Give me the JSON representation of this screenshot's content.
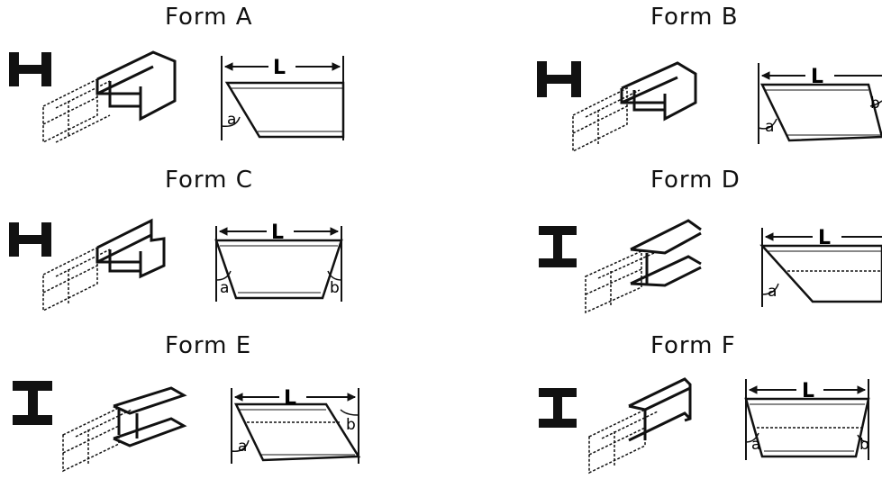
{
  "forms": [
    {
      "title": "Form A",
      "profile": "H",
      "dim_length": "L",
      "angle_a": "a",
      "angle_b": ""
    },
    {
      "title": "Form B",
      "profile": "H",
      "dim_length": "L",
      "angle_a": "a",
      "angle_b": "b"
    },
    {
      "title": "Form C",
      "profile": "H",
      "dim_length": "L",
      "angle_a": "a",
      "angle_b": "b"
    },
    {
      "title": "Form D",
      "profile": "I",
      "dim_length": "L",
      "angle_a": "a",
      "angle_b": ""
    },
    {
      "title": "Form E",
      "profile": "I",
      "dim_length": "L",
      "angle_a": "a",
      "angle_b": "b"
    },
    {
      "title": "Form F",
      "profile": "I",
      "dim_length": "L",
      "angle_a": "a",
      "angle_b": "b"
    }
  ]
}
